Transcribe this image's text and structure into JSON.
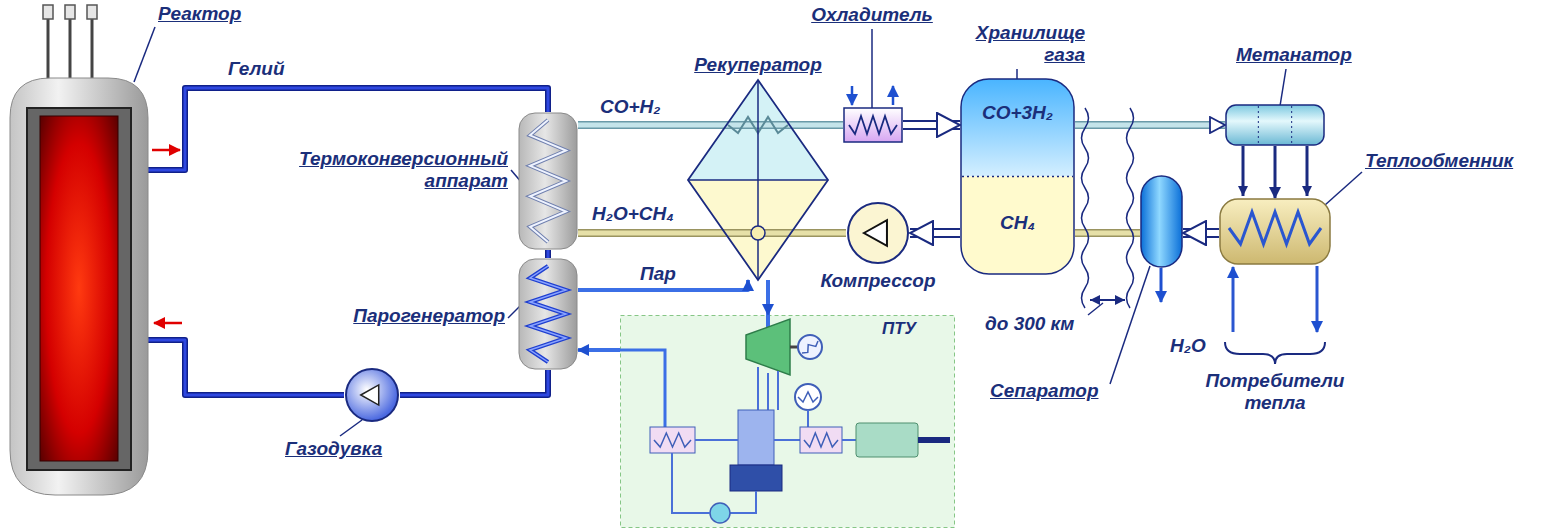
{
  "diagram": {
    "nodes": [
      {
        "text": [
          "Реактор"
        ]
      },
      {
        "text": [
          "Термоконверсионный аппарат"
        ]
      },
      {
        "text": [
          "Парогенератор"
        ]
      },
      {
        "text": [
          "Газодувка"
        ]
      },
      {
        "text": [
          "Рекуператор"
        ]
      },
      {
        "text": [
          "Охладитель"
        ]
      },
      {
        "text": [
          "Хранилище газа",
          "CO+3H₂",
          "CH₄"
        ]
      },
      {
        "text": [
          "Компрессор"
        ]
      },
      {
        "text": [
          "ПТУ"
        ]
      },
      {
        "text": [
          "Метанатор"
        ]
      },
      {
        "text": [
          "Сепаратор"
        ]
      },
      {
        "text": [
          "Теплообменник"
        ]
      }
    ],
    "edges": [
      {
        "from": 0,
        "to": 1,
        "arrow": "none",
        "label": "Гелий"
      },
      {
        "from": 1,
        "to": 2,
        "arrow": "none"
      },
      {
        "from": 2,
        "to": 3,
        "arrow": "none"
      },
      {
        "from": 3,
        "to": 0,
        "arrow": "none"
      },
      {
        "from": 1,
        "to": 4,
        "arrow": "none",
        "label": "CO+H₂"
      },
      {
        "from": 4,
        "to": 5,
        "arrow": "none"
      },
      {
        "from": 5,
        "to": 6,
        "arrow": "to"
      },
      {
        "from": 6,
        "to": 7,
        "arrow": "to"
      },
      {
        "from": 7,
        "to": 4,
        "arrow": "none"
      },
      {
        "from": 4,
        "to": 1,
        "arrow": "none",
        "label": "H₂O+CH₄"
      },
      {
        "from": 2,
        "to": 4,
        "arrow": "to",
        "label": "Пар"
      },
      {
        "from": 4,
        "to": 8,
        "arrow": "to"
      },
      {
        "from": 8,
        "to": 2,
        "arrow": "to"
      },
      {
        "from": 6,
        "to": 9,
        "arrow": "to"
      },
      {
        "from": 9,
        "to": 11,
        "arrow": "to"
      },
      {
        "from": 11,
        "to": 10,
        "arrow": "to"
      },
      {
        "from": 10,
        "to": 6,
        "arrow": "none"
      }
    ],
    "labels": [
      "до 300 км",
      "H₂O",
      "Потребители тепла"
    ]
  }
}
